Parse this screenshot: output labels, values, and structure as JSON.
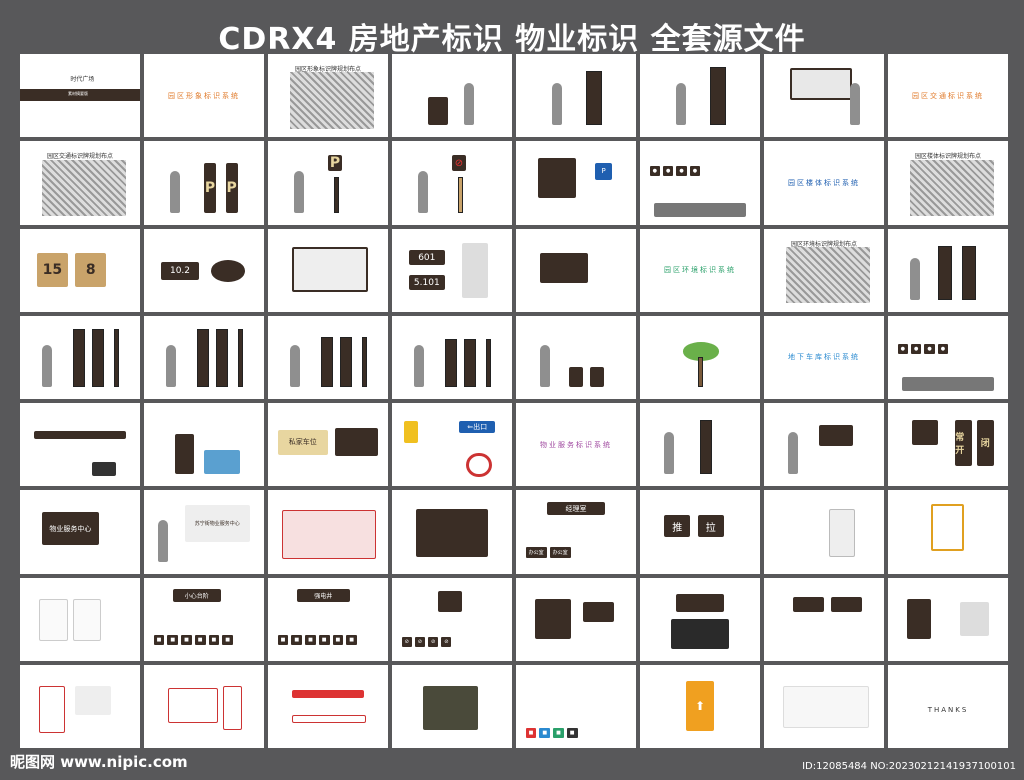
{
  "title": "CDRX4 房地产标识 物业标识 全套源文件",
  "colors": {
    "background": "#58585a",
    "sign_brown": "#3a2d25",
    "accent_orange": "#e07a2a",
    "accent_green": "#2aa06a",
    "accent_blue": "#2a8ad0",
    "accent_purple": "#a04aa0"
  },
  "cover": {
    "logo": "时代广场",
    "subtitle": "素材摘要版"
  },
  "sections": {
    "image": "园区形象标识系统",
    "image_plan": "园区形象标识牌规划布点",
    "traffic": "园区交通标识系统",
    "traffic_plan": "园区交通标识牌规划布点",
    "building": "园区楼体标识系统",
    "building_plan": "园区楼体标识牌规划布点",
    "environment": "园区环境标识系统",
    "environment_plan": "园区环境标识牌规划布点",
    "garage": "地下车库标识系统",
    "property": "物业服务标识系统"
  },
  "signs": {
    "p": "P",
    "num_15": "15",
    "num_8": "8",
    "unit_102": "10.2",
    "room_601": "601",
    "room_5101": "5.101",
    "exit": "出口",
    "private_parking": "私家车位",
    "service_center": "物业服务中心",
    "service_center_full": "苏宁街物业服务中心",
    "manager": "经理室",
    "office": "办公室",
    "push": "推",
    "pull": "拉",
    "careful": "小心台阶",
    "electric": "强电井",
    "normally_open": "常开",
    "closed": "闭",
    "thanks": "THANKS"
  },
  "watermark": {
    "left": "昵图网 www.nipic.com",
    "right": "ID:12085484 NO:20230212141937100101"
  }
}
